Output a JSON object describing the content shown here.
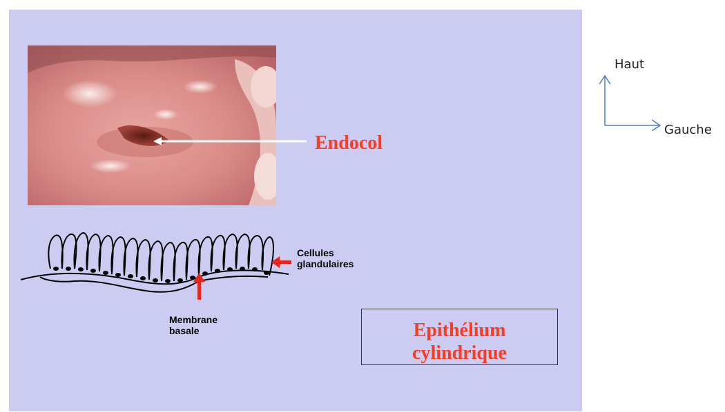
{
  "labels": {
    "endocol": "Endocol",
    "cellules": "Cellules glandulaires",
    "cellules_line1": "Cellules",
    "cellules_line2": "glandulaires",
    "membrane_line1": "Membrane",
    "membrane_line2": "basale",
    "epithelium_line1": "Epithélium",
    "epithelium_line2": "cylindrique"
  },
  "compass": {
    "up": "Haut",
    "right": "Gauche"
  },
  "colors": {
    "slide_background": "#ccccf2",
    "label_red": "#ff3b1f",
    "compass_blue": "#4a7fc1"
  }
}
